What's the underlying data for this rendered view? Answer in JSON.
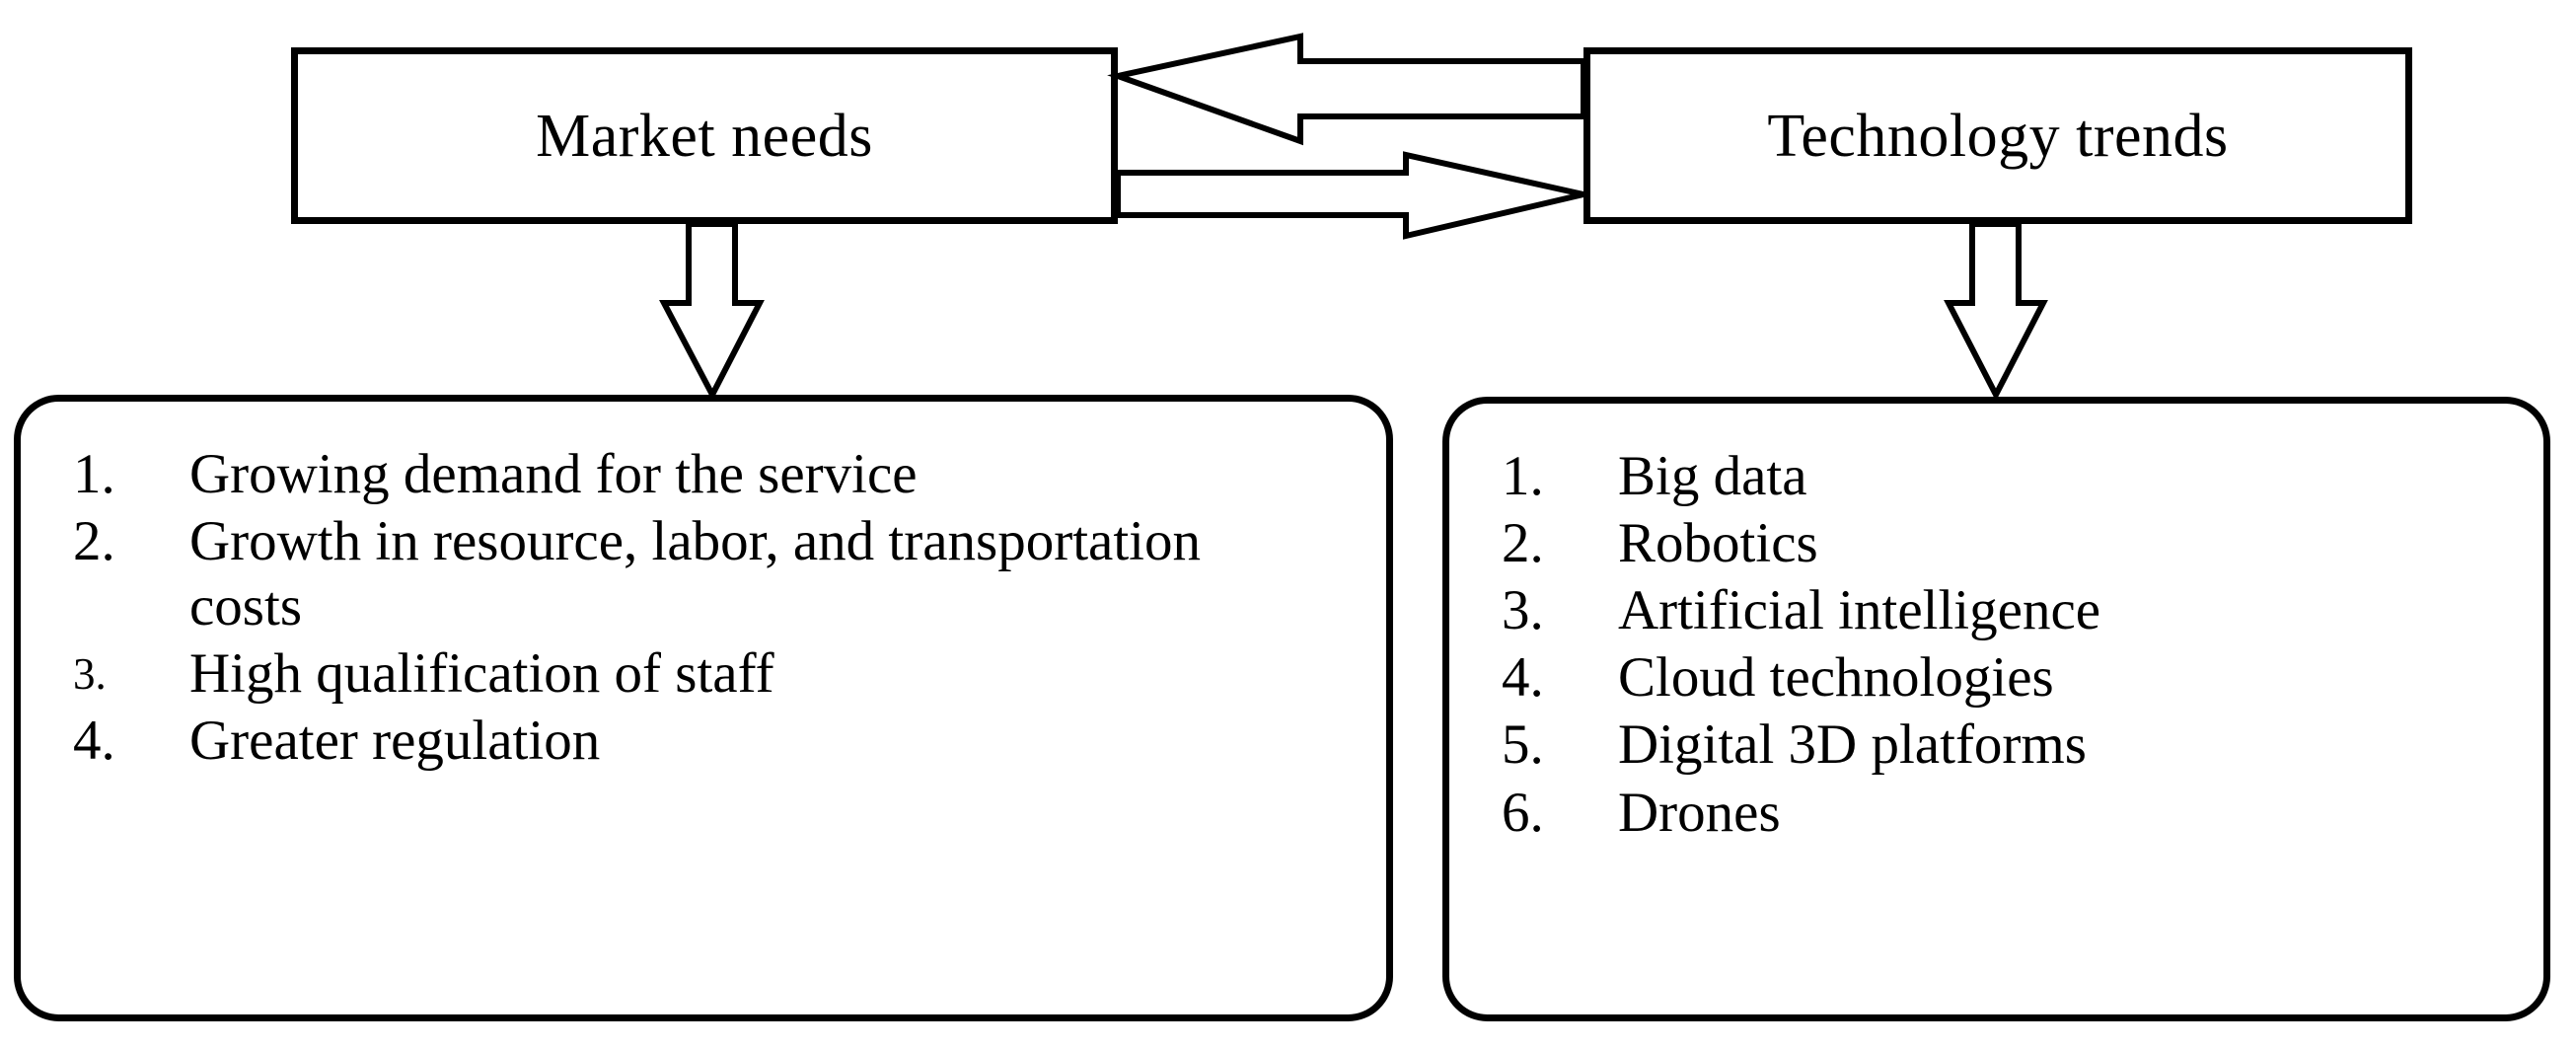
{
  "diagram": {
    "title_boxes": {
      "market": {
        "label": "Market needs"
      },
      "technology": {
        "label": "Technology trends"
      }
    },
    "connectors": {
      "technology_to_market": "arrow-left-technology-to-market",
      "market_to_technology": "arrow-right-market-to-technology",
      "market_to_list": "arrow-down-market-needs",
      "technology_to_list": "arrow-down-technology-trends"
    },
    "market_needs_list": [
      {
        "number": "1.",
        "text": "Growing demand for the service"
      },
      {
        "number": "2.",
        "text": "Growth in resource, labor, and transportation costs"
      },
      {
        "number": "3.",
        "text": "High qualification of staff"
      },
      {
        "number": "4.",
        "text": "Greater regulation"
      }
    ],
    "technology_trends_list": [
      {
        "number": "1.",
        "text": "Big data"
      },
      {
        "number": "2.",
        "text": "Robotics"
      },
      {
        "number": "3.",
        "text": "Artificial intelligence"
      },
      {
        "number": "4.",
        "text": "Cloud technologies"
      },
      {
        "number": "5.",
        "text": "Digital 3D platforms"
      },
      {
        "number": "6.",
        "text": "Drones"
      }
    ],
    "colors": {
      "stroke": "#000000",
      "fill": "#ffffff",
      "text": "#000000"
    }
  }
}
